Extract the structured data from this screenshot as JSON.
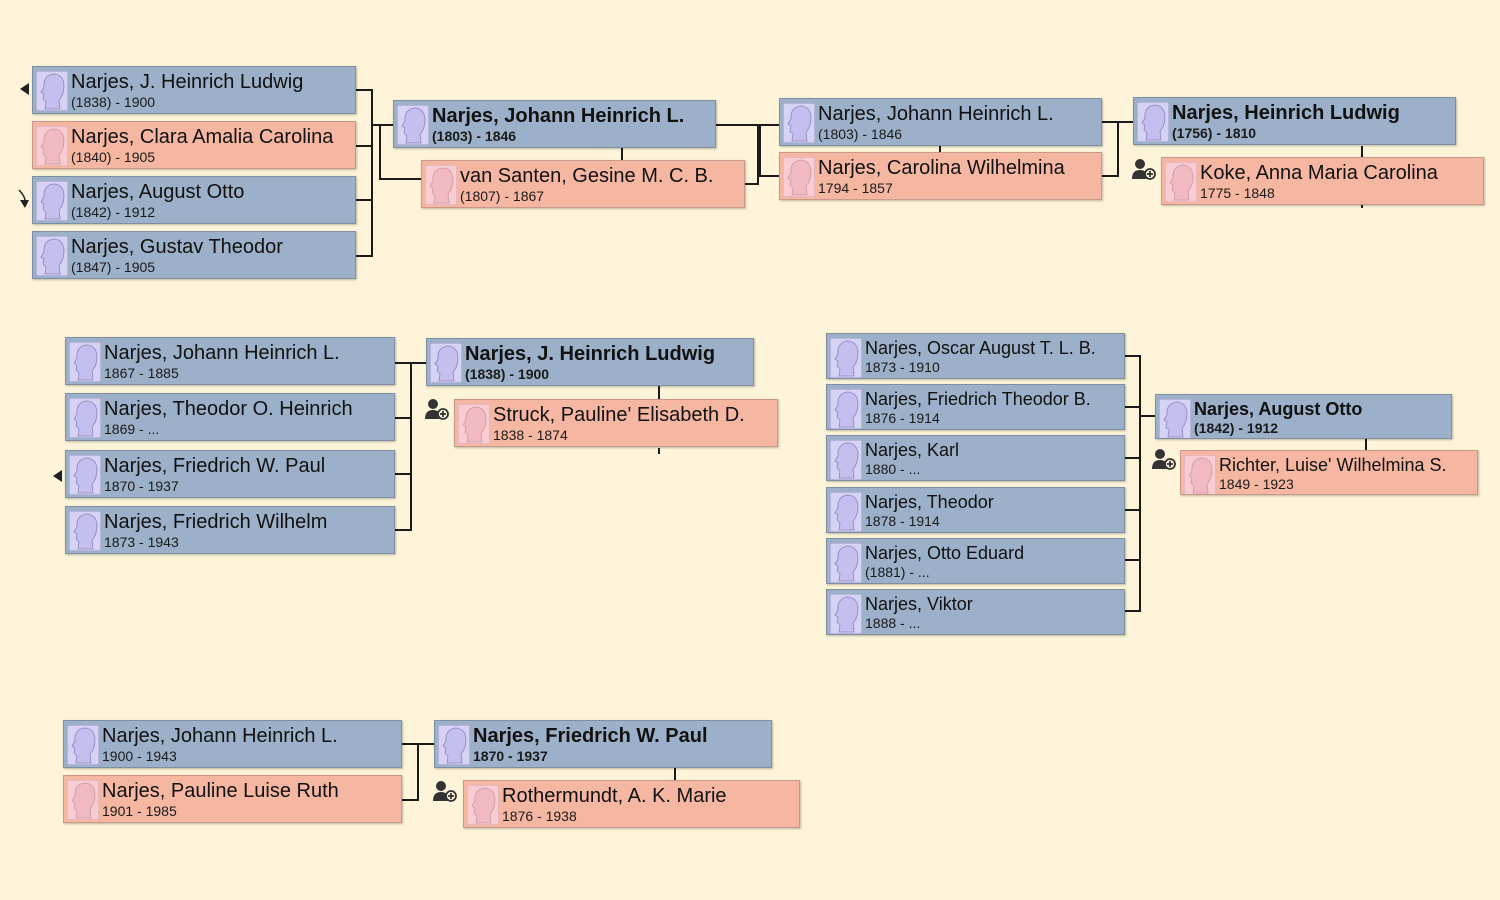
{
  "colors": {
    "background": "#fdf4d9",
    "male_card": "#9cb0c9",
    "female_card": "#f6b7a2",
    "connector": "#1a1a1a"
  },
  "icons": {
    "person": "person-silhouette-icon",
    "add_partner": "add-partner-icon",
    "expand_left": "triangle-left-icon",
    "branch": "branch-arrow-icon"
  },
  "tree1": {
    "children": [
      {
        "name": "Narjes, J. Heinrich Ludwig",
        "dates": "(1838) - 1900"
      },
      {
        "name": "Narjes, Clara Amalia Carolina",
        "dates": "(1840) - 1905"
      },
      {
        "name": "Narjes, August Otto",
        "dates": "(1842) - 1912"
      },
      {
        "name": "Narjes, Gustav Theodor",
        "dates": "(1847) - 1905"
      }
    ],
    "focus": {
      "name": "Narjes, Johann Heinrich L.",
      "dates": "(1803) - 1846"
    },
    "spouse": {
      "name": "van Santen, Gesine M. C. B.",
      "dates": "(1807) - 1867"
    },
    "father": {
      "name": "Narjes, Johann Heinrich L.",
      "dates": "(1803) - 1846"
    },
    "mother": {
      "name": "Narjes, Carolina Wilhelmina",
      "dates": "1794 - 1857"
    },
    "grandfather": {
      "name": "Narjes, Heinrich Ludwig",
      "dates": "(1756) - 1810"
    },
    "grandmother": {
      "name": "Koke, Anna Maria Carolina",
      "dates": "1775 - 1848"
    }
  },
  "tree2": {
    "children": [
      {
        "name": "Narjes, Johann Heinrich L.",
        "dates": "1867 - 1885"
      },
      {
        "name": "Narjes, Theodor O. Heinrich",
        "dates": "1869 - ..."
      },
      {
        "name": "Narjes, Friedrich W. Paul",
        "dates": "1870 - 1937"
      },
      {
        "name": "Narjes, Friedrich Wilhelm",
        "dates": "1873 - 1943"
      }
    ],
    "focus": {
      "name": "Narjes, J. Heinrich Ludwig",
      "dates": "(1838) - 1900"
    },
    "spouse": {
      "name": "Struck, Pauline' Elisabeth D.",
      "dates": "1838 - 1874"
    }
  },
  "tree3": {
    "children": [
      {
        "name": "Narjes, Oscar August T. L. B.",
        "dates": "1873 - 1910"
      },
      {
        "name": "Narjes, Friedrich Theodor B.",
        "dates": "1876 - 1914"
      },
      {
        "name": "Narjes, Karl",
        "dates": "1880 - ..."
      },
      {
        "name": "Narjes, Theodor",
        "dates": "1878 - 1914"
      },
      {
        "name": "Narjes, Otto Eduard",
        "dates": "(1881) - ..."
      },
      {
        "name": "Narjes, Viktor",
        "dates": "1888 - ..."
      }
    ],
    "focus": {
      "name": "Narjes, August Otto",
      "dates": "(1842) - 1912"
    },
    "spouse": {
      "name": "Richter, Luise' Wilhelmina S.",
      "dates": "1849 - 1923"
    }
  },
  "tree4": {
    "children": [
      {
        "name": "Narjes, Johann Heinrich L.",
        "dates": "1900 - 1943"
      },
      {
        "name": "Narjes, Pauline Luise Ruth",
        "dates": "1901 - 1985"
      }
    ],
    "focus": {
      "name": "Narjes, Friedrich W. Paul",
      "dates": "1870 - 1937"
    },
    "spouse": {
      "name": "Rothermundt, A. K. Marie",
      "dates": "1876 - 1938"
    }
  }
}
